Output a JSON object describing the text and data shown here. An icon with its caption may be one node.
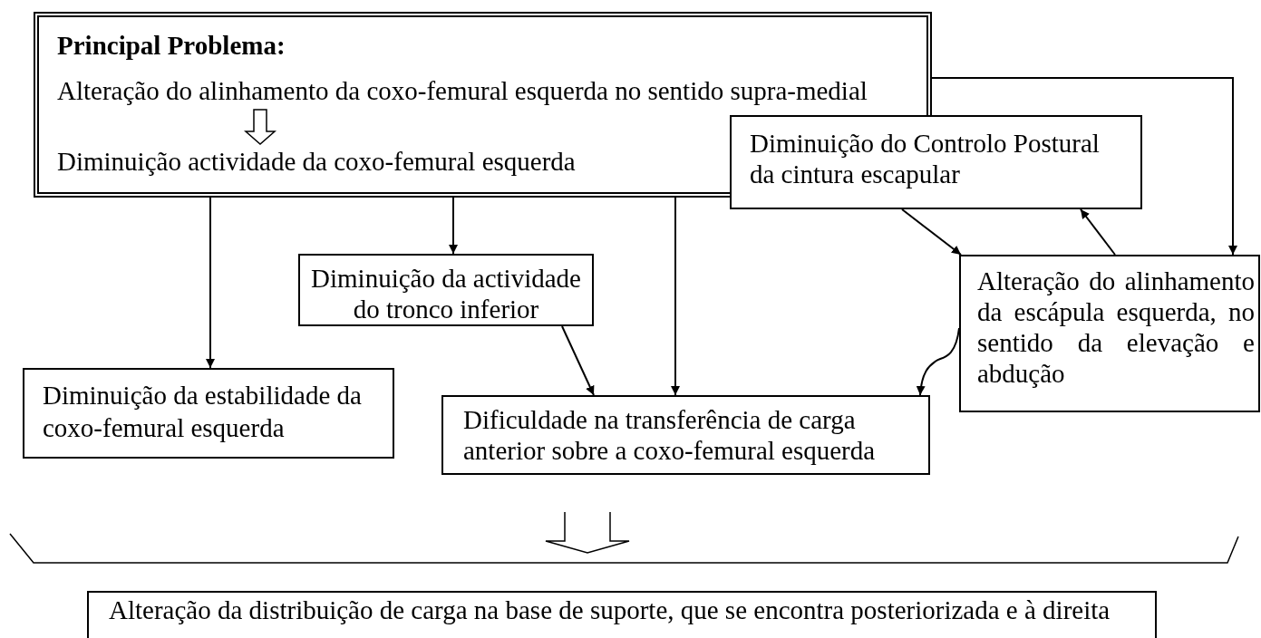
{
  "diagram": {
    "nodes": [
      {
        "text": [
          "Principal Problema:"
        ]
      },
      {
        "text": [
          "Alteração do alinhamento da coxo-femural esquerda no sentido supra-medial"
        ],
        "in": 0
      },
      {
        "text": [
          "Diminuição actividade da coxo-femural esquerda"
        ],
        "in": 0
      },
      {
        "text": [
          "Diminuição do Controlo Postural da cintura escapular"
        ]
      },
      {
        "text": [
          "Diminuição da actividade do tronco inferior"
        ]
      },
      {
        "text": [
          "Alteração do alinhamento da escápula esquerda, no sentido da elevação e abdução"
        ]
      },
      {
        "text": [
          "Diminuição da estabilidade da coxo-femural esquerda"
        ]
      },
      {
        "text": [
          "Dificuldade na transferência de carga anterior sobre a coxo-femural esquerda"
        ]
      },
      {
        "text": [
          "Alteração da distribuição de carga na base de suporte, que se encontra posteriorizada e à direita"
        ]
      }
    ],
    "edges": [
      {
        "from": 1,
        "to": 2,
        "arrow": "to"
      },
      {
        "from": 0,
        "to": 6,
        "arrow": "to"
      },
      {
        "from": 0,
        "to": 4,
        "arrow": "to"
      },
      {
        "from": 0,
        "to": 7,
        "arrow": "to"
      },
      {
        "from": 0,
        "to": 5,
        "arrow": "to"
      },
      {
        "from": 3,
        "to": 5,
        "arrow": "to"
      },
      {
        "from": 5,
        "to": 3,
        "arrow": "to"
      },
      {
        "from": 4,
        "to": 7,
        "arrow": "to"
      },
      {
        "from": 5,
        "to": 7,
        "arrow": "to"
      },
      {
        "from": null,
        "to": 8,
        "arrow": "to"
      }
    ]
  }
}
